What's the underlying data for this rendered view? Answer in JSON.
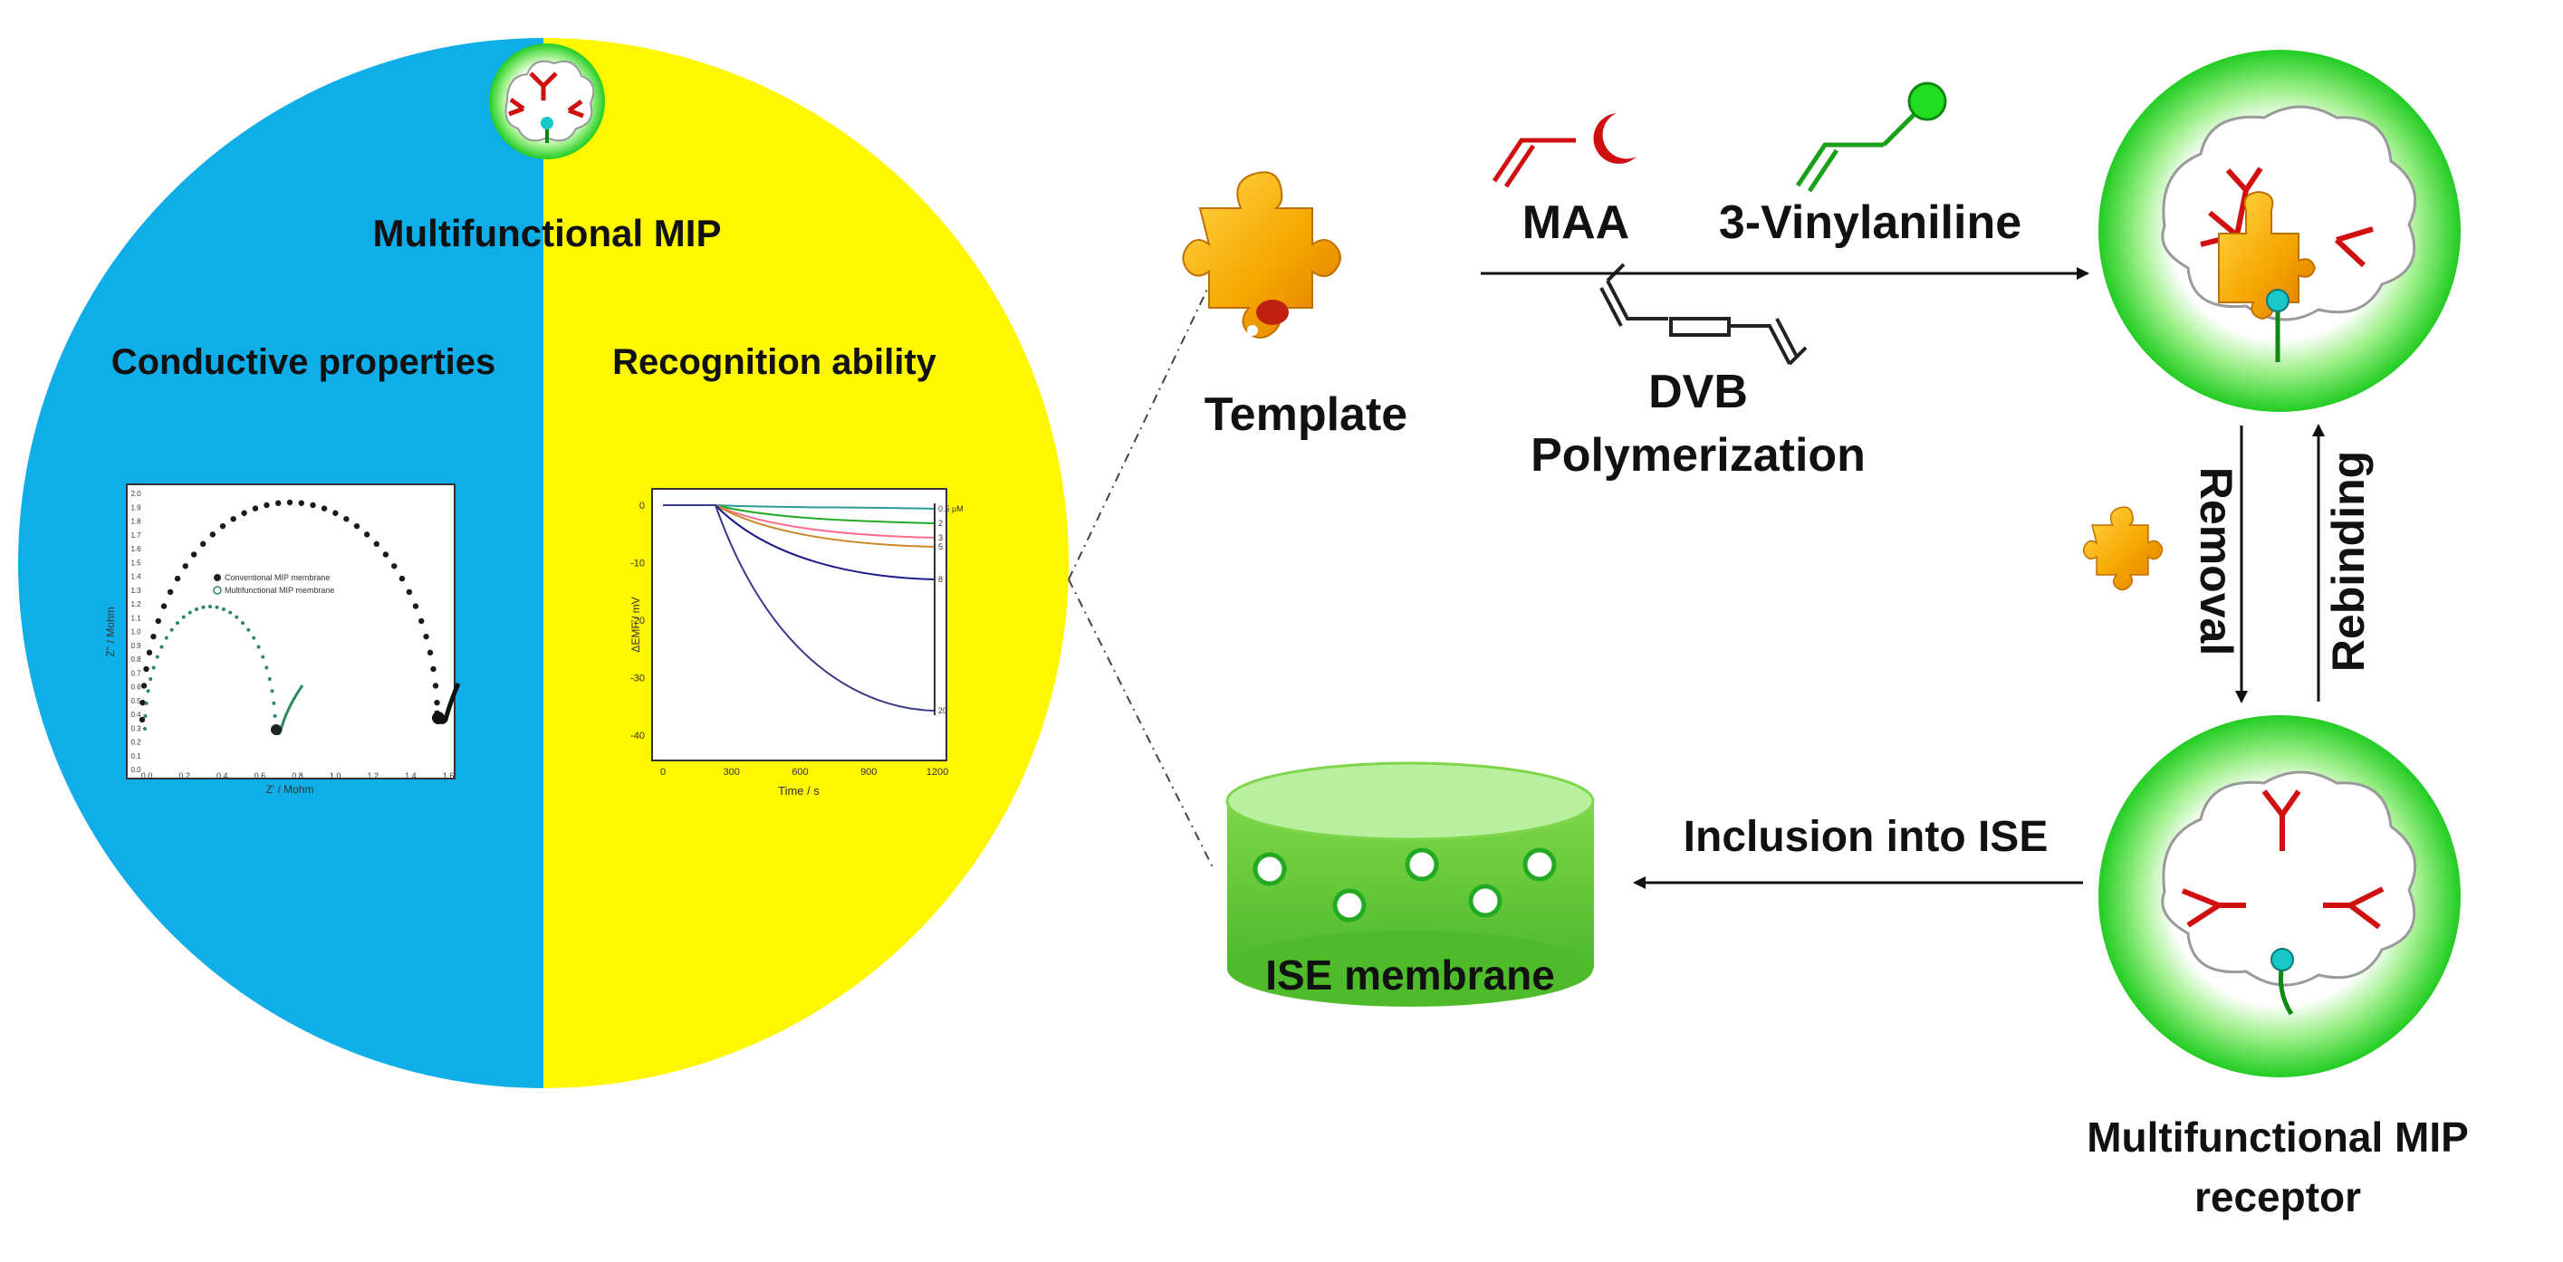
{
  "circle": {
    "title": "Multifunctional MIP",
    "left_heading": "Conductive properties",
    "right_heading": "Recognition ability",
    "colors": {
      "left": "#10aee8",
      "right": "#fff700"
    }
  },
  "nyquist_plot": {
    "y_ticks": [
      "0.0",
      "0.1",
      "0.2",
      "0.3",
      "0.4",
      "0.5",
      "0.6",
      "0.7",
      "0.8",
      "0.9",
      "1.0",
      "1.1",
      "1.2",
      "1.3",
      "1.4",
      "1.5",
      "1.6",
      "1.7",
      "1.8",
      "1.9",
      "2.0"
    ],
    "x_ticks": [
      "0.0",
      "0.2",
      "0.4",
      "0.6",
      "0.8",
      "1.0",
      "1.2",
      "1.4",
      "1.6"
    ],
    "ylabel": "Z'' / Mohm",
    "xlabel": "Z' / Mohm",
    "legend": [
      "Conventional MIP membrane",
      "Multifunctional MIP membrane"
    ]
  },
  "response_plot": {
    "y_ticks": [
      "0",
      "-10",
      "-20",
      "-30",
      "-40"
    ],
    "x_ticks": [
      "0",
      "300",
      "600",
      "900",
      "1200"
    ],
    "ylabel": "ΔEMF / mV",
    "xlabel": "Time / s",
    "curve_labels": [
      "0.5 μM",
      "2",
      "3",
      "5",
      "8",
      "20"
    ]
  },
  "scheme": {
    "template_label": "Template",
    "monomer1": "MAA",
    "monomer2": "3-Vinylaniline",
    "crosslinker": "DVB",
    "process": "Polymerization",
    "removal": "Removal",
    "rebinding": "Rebinding",
    "inclusion": "Inclusion into ISE",
    "membrane_label": "ISE membrane",
    "receptor_label_line1": "Multifunctional MIP",
    "receptor_label_line2": "receptor"
  }
}
